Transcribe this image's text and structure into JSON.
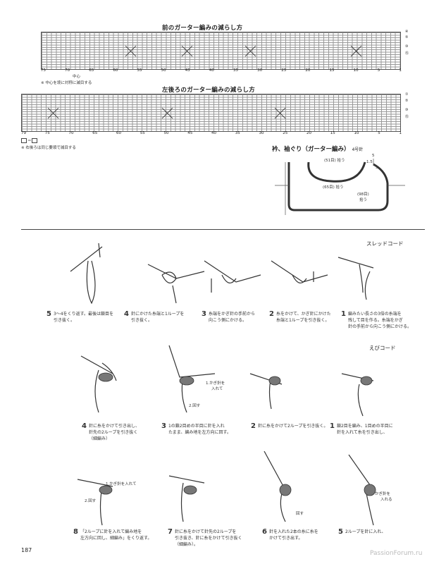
{
  "chart1": {
    "title": "前のガーター編みの減らし方",
    "ticks": [
      "75",
      "70",
      "65",
      "60",
      "55",
      "50",
      "45",
      "40",
      "35",
      "30",
      "25",
      "20",
      "15",
      "10",
      "5",
      "1"
    ],
    "center_label": "中心",
    "row_numbers": [
      "④",
      "⑤",
      "⑩",
      "⑮"
    ],
    "note": "※ 中心を境に対称に減目する"
  },
  "chart2": {
    "title": "左後ろのガーター編みの減らし方",
    "ticks": [
      "79",
      "75",
      "70",
      "65",
      "60",
      "55",
      "50",
      "45",
      "40",
      "35",
      "30",
      "25",
      "20",
      "15",
      "10",
      "5",
      "1"
    ],
    "row_numbers": [
      "①",
      "⑤",
      "⑩",
      "⑮"
    ],
    "legend": "＝",
    "note": "※ 右後ろは同じ要領で減目する"
  },
  "collar": {
    "title": "衿、袖ぐり（ガーター編み）",
    "needle": "4号針",
    "pick_51": "(51目) 拾う",
    "pick_65": "(65目) 拾う",
    "pick_98": "(98目)",
    "pick_98b": "拾う",
    "dim_5": "5",
    "dim_15": "1.5",
    "dim_5b": "5"
  },
  "sled": {
    "heading": "スレッドコード",
    "steps": [
      {
        "num": "5",
        "text": "3～4をくり返す。最後は鎖目を\n引き抜く。"
      },
      {
        "num": "4",
        "text": "針にかけた糸端と1ループを\n引き抜く。"
      },
      {
        "num": "3",
        "text": "糸端をかぎ針の手前から\n向こう側にかける。"
      },
      {
        "num": "2",
        "text": "糸をかけて、かぎ針にかけた\n糸端と1ループを引き抜く。"
      },
      {
        "num": "1",
        "text": "編みたい長さの3倍の糸端を\n残して目を作る。糸端をかぎ\n針の手前から向こう側にかける。"
      }
    ]
  },
  "ebi": {
    "heading": "えびコード",
    "steps_row1": [
      {
        "num": "4",
        "text": "針に糸をかけて引き出し、\n針先の2ループを引き抜く\n（細編み）"
      },
      {
        "num": "3",
        "text": "1の鎖2目めの半目に針を入れ\nたまま、編み地を左方向に回す。"
      },
      {
        "num": "2",
        "text": "針に糸をかけて2ループを引き抜く。"
      },
      {
        "num": "1",
        "text": "鎖2目を編み、1目めの半目に\n針を入れて糸を引き出し、"
      }
    ],
    "steps_row2": [
      {
        "num": "8",
        "text": "「2ループに針を入れて編み地を\n左方向に回し、細編み」をくり返す。"
      },
      {
        "num": "7",
        "text": "針に糸をかけて針先の2ループを\n引き抜き、針に糸をかけて引き抜く\n（細編み）。"
      },
      {
        "num": "6",
        "text": "針を入れた2本の糸に糸を\nかけて引き出す。"
      },
      {
        "num": "5",
        "text": "2ループを針に入れ、"
      }
    ],
    "ann_1a": "1.かぎ針を",
    "ann_1b": "入れて",
    "ann_2": "2.回す",
    "ann_3a": "1.かぎ針を入れて",
    "ann_4": "2.回す",
    "ann_mawasu": "回す",
    "ann_kagi_a": "かぎ針を",
    "ann_kagi_b": "入れる"
  },
  "page_number": "187",
  "watermark": "PassionForum.ru"
}
